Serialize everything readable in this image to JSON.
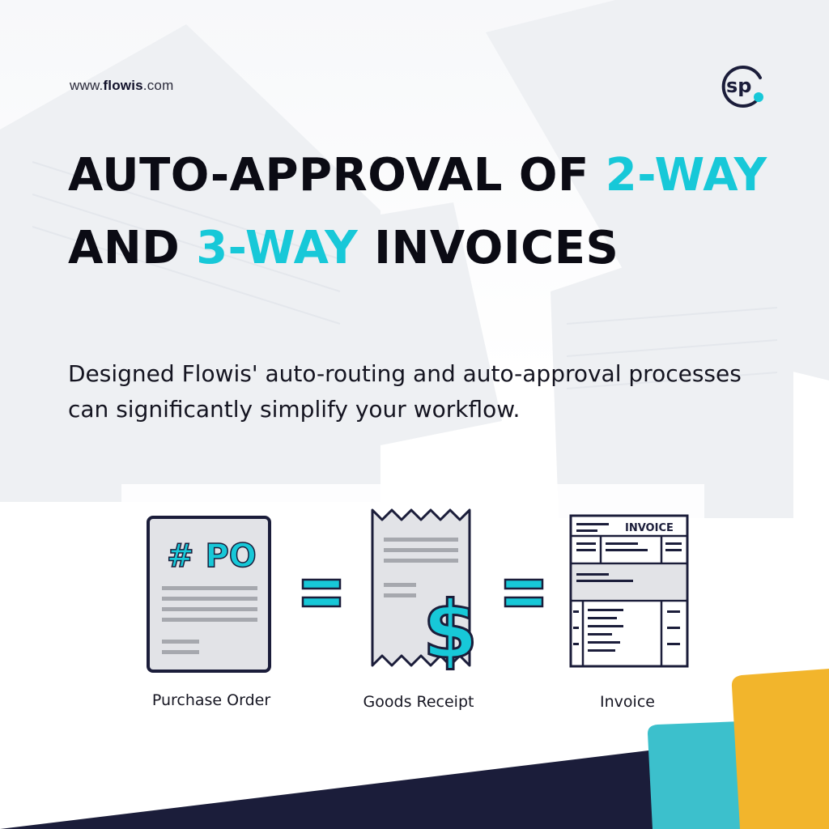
{
  "site": {
    "prefix": "www.",
    "brand": "flowis",
    "suffix": ".com"
  },
  "logo": {
    "text": "sp",
    "icon": "sp-logo-icon"
  },
  "headline": {
    "part1": "AUTO-APPROVAL OF ",
    "highlight1": "2-WAY",
    "part2": "AND ",
    "highlight2": "3-WAY",
    "part3": " INVOICES"
  },
  "description": {
    "line1": "Designed Flowis' auto-routing and auto-approval processes",
    "line2": "can significantly simplify your workflow."
  },
  "diagram": {
    "po": {
      "tag": "# PO",
      "label": "Purchase Order",
      "icon": "purchase-order-icon"
    },
    "receipt": {
      "symbol": "$",
      "label": "Goods Receipt",
      "icon": "goods-receipt-icon"
    },
    "invoice": {
      "title": "INVOICE",
      "label": "Invoice",
      "icon": "invoice-icon"
    },
    "equals_icon": "equals-icon"
  },
  "colors": {
    "accent": "#17c8d8",
    "dark": "#1b1d3a",
    "yellow": "#f2b52c",
    "teal": "#3cc0cc"
  }
}
